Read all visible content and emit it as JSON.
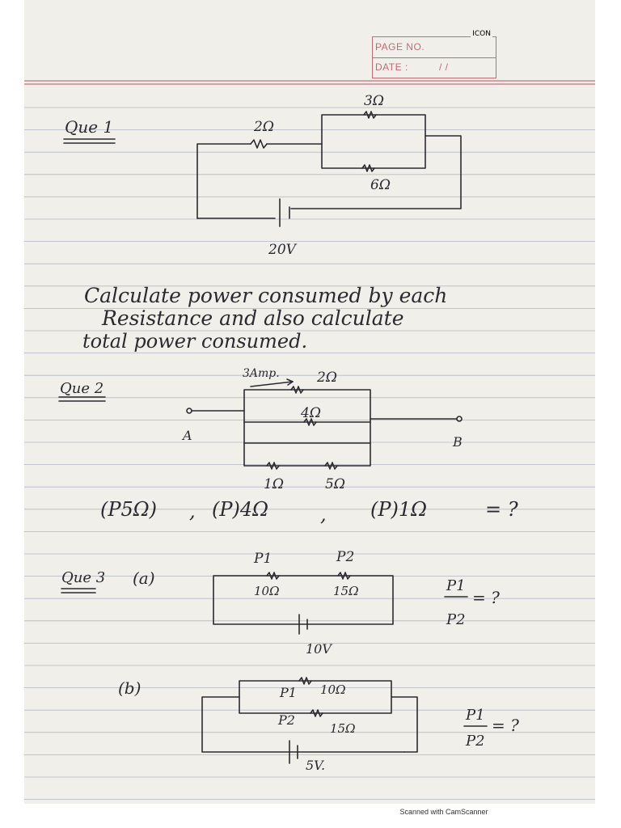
{
  "header": {
    "page_no_label": "PAGE NO.",
    "date_label": "DATE :",
    "date_value": "/      /",
    "brand_tag": "ICON"
  },
  "q1": {
    "label": "Que 1",
    "r1": "2Ω",
    "r2": "3Ω",
    "r3": "6Ω",
    "voltage": "20V",
    "text_line1": "Calculate power consumed by each",
    "text_line2": "Resistance and also calculate",
    "text_line3": "total power consumed."
  },
  "q2": {
    "label": "Que 2",
    "current": "3Amp.",
    "r_top": "2Ω",
    "r_mid": "4Ω",
    "r_bot_left": "1Ω",
    "r_bot_right": "5Ω",
    "node_a": "A",
    "node_b": "B",
    "expr_1": "(P5Ω)",
    "expr_sep1": ",",
    "expr_2": "(P)4Ω",
    "expr_sep2": ",",
    "expr_3": "(P)1Ω",
    "expr_eq": "= ?"
  },
  "q3": {
    "label": "Que 3",
    "part_a": "(a)",
    "a_p1": "P1",
    "a_p2": "P2",
    "a_r1": "10Ω",
    "a_r2": "15Ω",
    "a_voltage": "10V",
    "a_ratio_num": "P1",
    "a_ratio_den": "P2",
    "a_ratio_eq": "= ?",
    "part_b": "(b)",
    "b_p1": "P1",
    "b_r1": "10Ω",
    "b_p2": "P2",
    "b_r2": "15Ω",
    "b_voltage": "5V.",
    "b_ratio_num": "P1",
    "b_ratio_den": "P2",
    "b_ratio_eq": "= ?"
  },
  "footer": {
    "scanner_text": "Scanned with CamScanner"
  },
  "colors": {
    "paper": "#f1efe9",
    "rule": "#9aa3b4",
    "margin": "#c98590",
    "ink": "#2a2a30"
  }
}
